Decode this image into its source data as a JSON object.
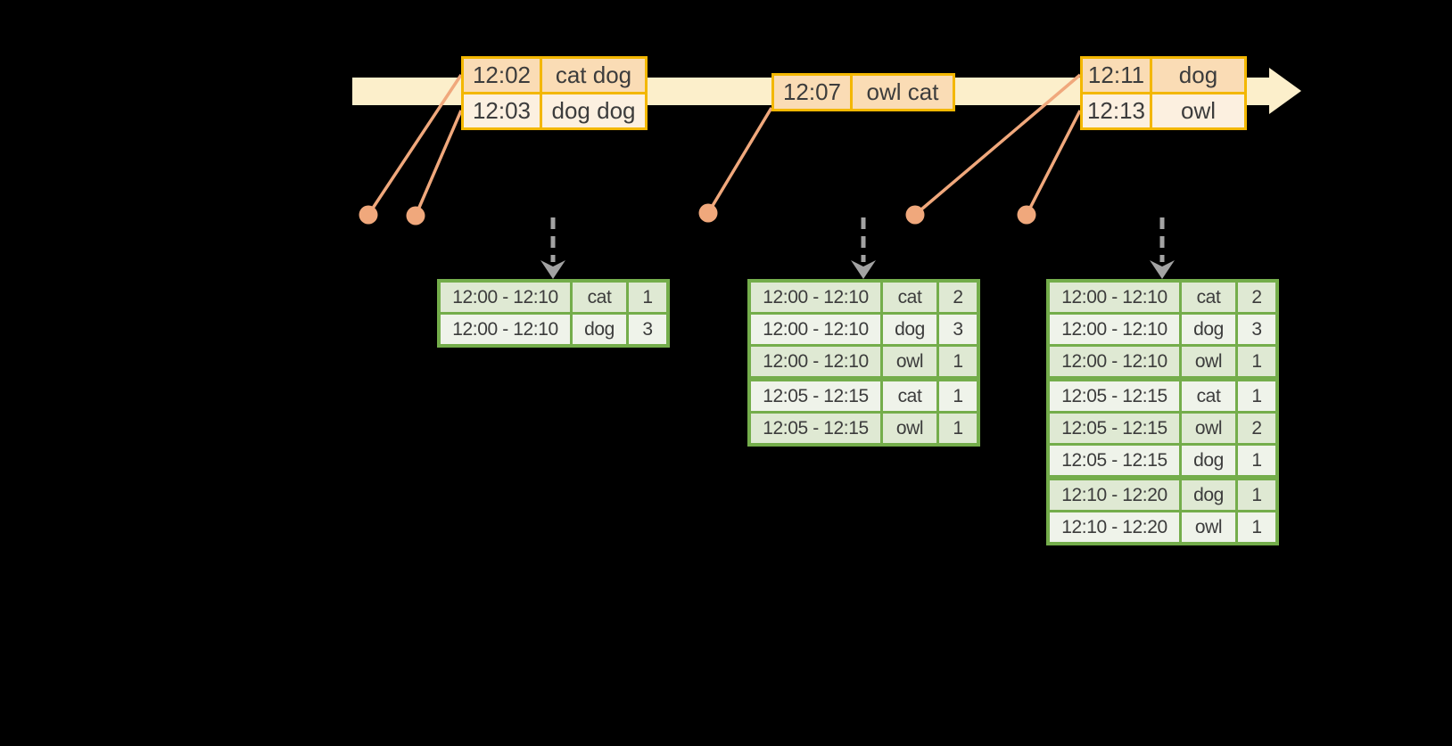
{
  "colors": {
    "background": "#000000",
    "timeline_fill": "#FCEFCB",
    "gold_border": "#F3B700",
    "orange_row_dark": "#FADCB5",
    "orange_row_light": "#FCF0E0",
    "connector": "#F0A87C",
    "green_border": "#74AD4B",
    "green_row_dark": "#DFE9D3",
    "green_row_light": "#EFF3EA",
    "arrow_gray": "#A3A3A3",
    "text": "#3C3C3C"
  },
  "input_tables": [
    {
      "rows": [
        {
          "time": "12:02",
          "words": "cat dog"
        },
        {
          "time": "12:03",
          "words": "dog dog"
        }
      ]
    },
    {
      "rows": [
        {
          "time": "12:07",
          "words": "owl cat"
        }
      ]
    },
    {
      "rows": [
        {
          "time": "12:11",
          "words": "dog"
        },
        {
          "time": "12:13",
          "words": "owl"
        }
      ]
    }
  ],
  "result_tables": [
    {
      "rows": [
        {
          "window": "12:00 - 12:10",
          "word": "cat",
          "count": 1
        },
        {
          "window": "12:00 - 12:10",
          "word": "dog",
          "count": 3
        }
      ]
    },
    {
      "rows": [
        {
          "window": "12:00 - 12:10",
          "word": "cat",
          "count": 2
        },
        {
          "window": "12:00 - 12:10",
          "word": "dog",
          "count": 3
        },
        {
          "window": "12:00 - 12:10",
          "word": "owl",
          "count": 1
        },
        {
          "window": "12:05 - 12:15",
          "word": "cat",
          "count": 1,
          "group_start": true
        },
        {
          "window": "12:05 - 12:15",
          "word": "owl",
          "count": 1
        }
      ]
    },
    {
      "rows": [
        {
          "window": "12:00 - 12:10",
          "word": "cat",
          "count": 2
        },
        {
          "window": "12:00 - 12:10",
          "word": "dog",
          "count": 3
        },
        {
          "window": "12:00 - 12:10",
          "word": "owl",
          "count": 1
        },
        {
          "window": "12:05 - 12:15",
          "word": "cat",
          "count": 1,
          "group_start": true
        },
        {
          "window": "12:05 - 12:15",
          "word": "owl",
          "count": 2
        },
        {
          "window": "12:05 - 12:15",
          "word": "dog",
          "count": 1
        },
        {
          "window": "12:10 - 12:20",
          "word": "dog",
          "count": 1,
          "group_start": true
        },
        {
          "window": "12:10 - 12:20",
          "word": "owl",
          "count": 1
        }
      ]
    }
  ]
}
